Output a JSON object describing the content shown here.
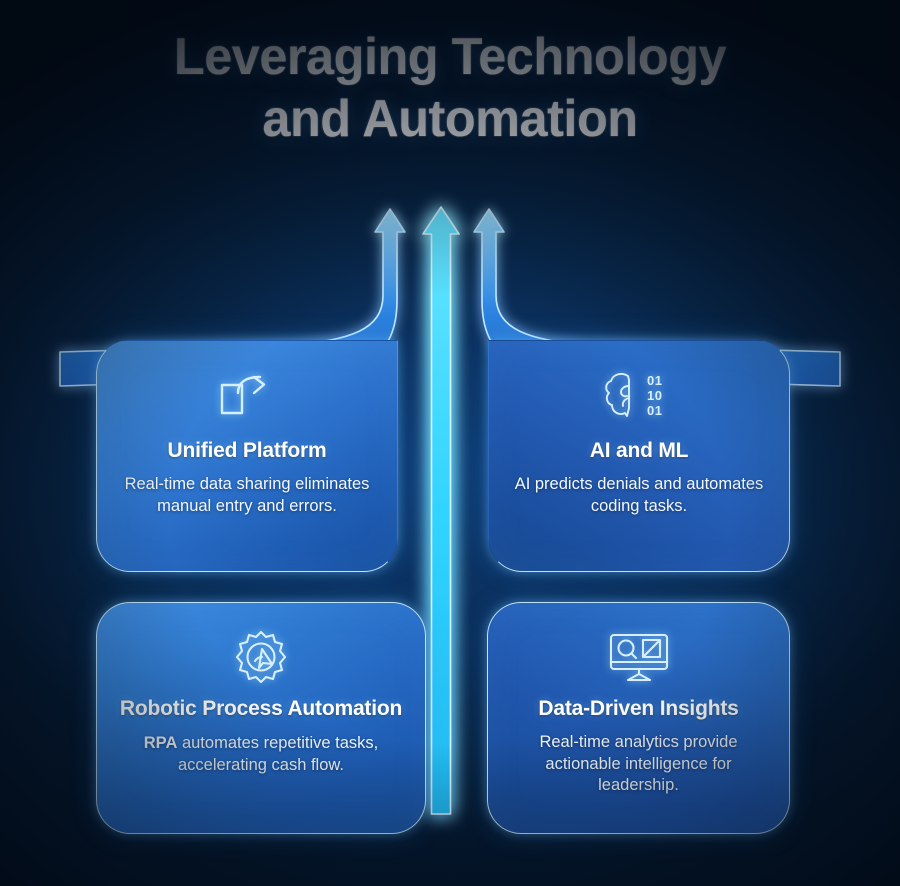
{
  "title": {
    "line1": "Leveraging Technology",
    "line2": "and Automation"
  },
  "colors": {
    "background_deep": "#04162b",
    "background_glow": "#0d3c74",
    "card_border": "#cdeeff",
    "card_fill_light": "#4a97e6",
    "card_fill_dark": "#17509f",
    "arrow_center": "#2fd2ff",
    "arrow_side": "#7fd4ff",
    "text_primary": "#ffffff"
  },
  "arrows": [
    {
      "name": "left-growth-arrow",
      "style": "outline-curved"
    },
    {
      "name": "center-growth-arrow",
      "style": "solid-cyan"
    },
    {
      "name": "right-growth-arrow",
      "style": "outline-curved"
    }
  ],
  "cards": [
    {
      "id": "unified-platform",
      "icon": "share-export-icon",
      "title": "Unified Platform",
      "body": "Real-time data sharing eliminates manual entry and errors."
    },
    {
      "id": "ai-and-ml",
      "icon": "brain-binary-icon",
      "icon_digits": [
        "01",
        "10",
        "01"
      ],
      "title": "AI and ML",
      "body": "AI predicts denials and automates coding tasks."
    },
    {
      "id": "robotic-process-automation",
      "icon": "gear-cursor-icon",
      "title": "Robotic Process Automation",
      "body_lead": "RPA",
      "body": " automates repetitive tasks, accelerating cash flow."
    },
    {
      "id": "data-driven-insights",
      "icon": "monitor-analytics-icon",
      "title": "Data-Driven Insights",
      "body": "Real-time analytics provide actionable intelligence for leadership."
    }
  ]
}
